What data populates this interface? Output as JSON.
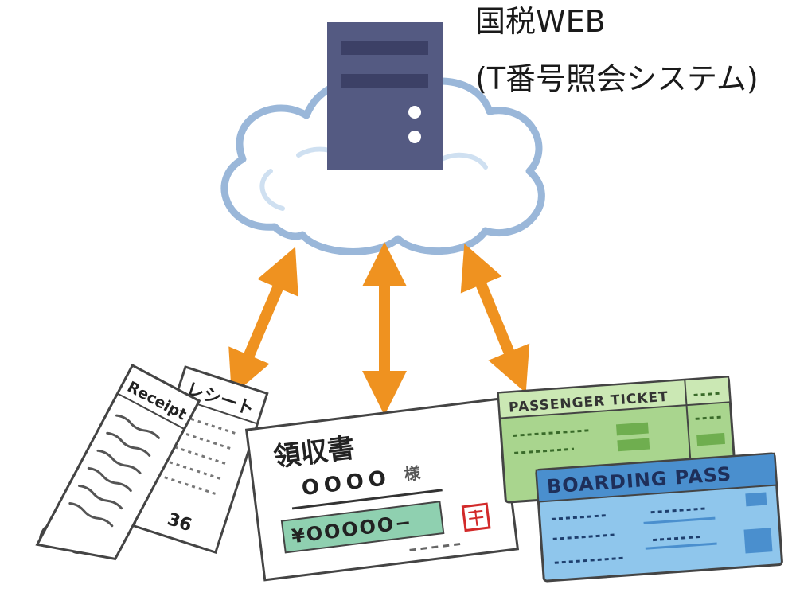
{
  "header": {
    "title_line1": "国税WEB",
    "title_line2": "(T番号照会システム)"
  },
  "nodes": {
    "server": {
      "icon": "server-icon"
    },
    "cloud": {
      "icon": "cloud-icon"
    },
    "receipt_long": {
      "title": "Receipt"
    },
    "receipt_short": {
      "title": "レシート",
      "number": "36"
    },
    "invoice": {
      "title": "領収書",
      "addressee": "OOOO",
      "honorific": "様",
      "amount": "¥OOOOO−"
    },
    "passenger_ticket": {
      "title": "PASSENGER TICKET"
    },
    "boarding_pass": {
      "title": "BOARDING PASS"
    }
  },
  "colors": {
    "arrow": "#ef9220",
    "cloud_outline": "#9ab7d9",
    "server": "#545a82",
    "server_stripe": "#3c4066",
    "receipt_green": "#8fd0b0",
    "stamp_red": "#d22a2a",
    "ticket_green": "#a9d58e",
    "ticket_green_dark": "#6fae4f",
    "pass_blue": "#8fc6ec",
    "pass_blue_dark": "#4a8fce"
  }
}
